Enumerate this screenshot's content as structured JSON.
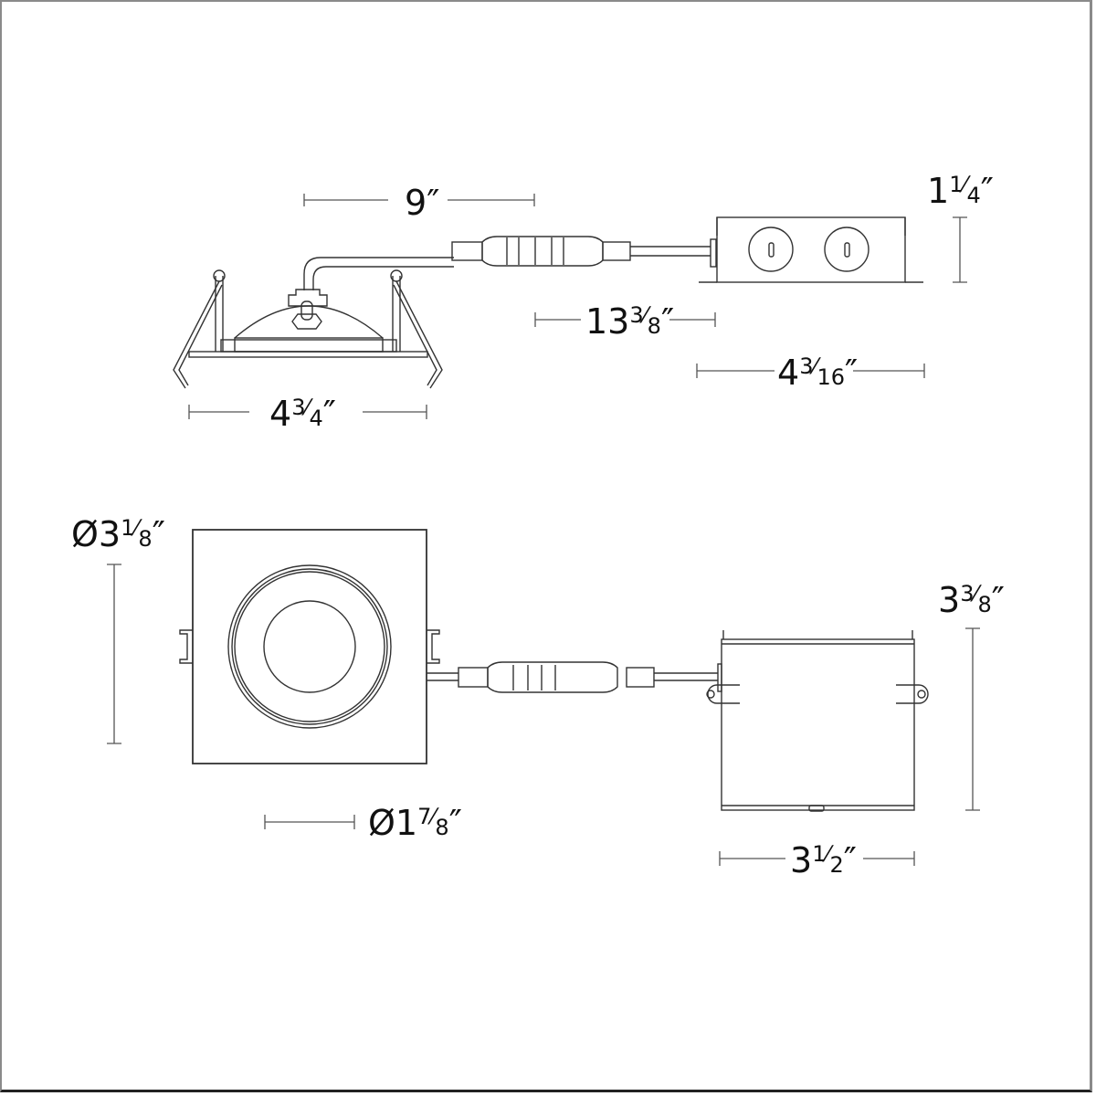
{
  "colors": {
    "line": "#333333",
    "dim_line": "#555555",
    "text": "#111111",
    "frame": "#8a8a8a"
  },
  "side_view": {
    "fixture_width": {
      "whole": "4",
      "num": "3",
      "den": "4",
      "unit": "″"
    },
    "lead_length": {
      "whole": "9",
      "num": "",
      "den": "",
      "unit": "″"
    },
    "cable_length": {
      "whole": "13",
      "num": "3",
      "den": "8",
      "unit": "″"
    },
    "box_width": {
      "whole": "4",
      "num": "3",
      "den": "16",
      "unit": "″"
    },
    "box_height": {
      "whole": "1",
      "num": "1",
      "den": "4",
      "unit": "″"
    }
  },
  "top_view": {
    "trim_size": {
      "prefix": "Ø",
      "whole": "3",
      "num": "1",
      "den": "8",
      "unit": "″"
    },
    "aperture": {
      "prefix": "Ø",
      "whole": "1",
      "num": "7",
      "den": "8",
      "unit": "″"
    },
    "box_depth": {
      "whole": "3",
      "num": "3",
      "den": "8",
      "unit": "″"
    },
    "box_width": {
      "whole": "3",
      "num": "1",
      "den": "2",
      "unit": "″"
    }
  }
}
